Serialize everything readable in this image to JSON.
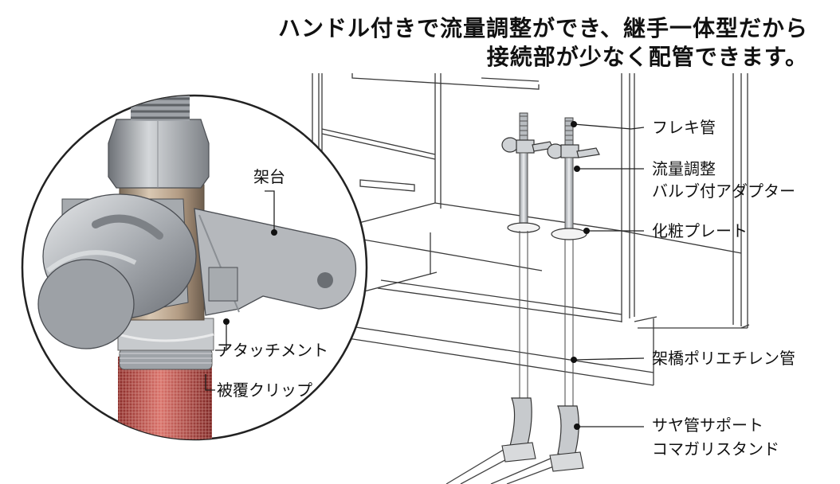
{
  "heading": {
    "line1": "ハンドル付きで流量調整ができ、継手一体型だから",
    "line2": "接続部が少なく配管できます。"
  },
  "labels": {
    "flexible_pipe": "フレキ管",
    "valve_adapter_line1": "流量調整",
    "valve_adapter_line2": "バルブ付アダプター",
    "cosmetic_plate": "化粧プレート",
    "pex_pipe": "架橋ポリエチレン管",
    "sleeve_support_line1": "サヤ管サポート",
    "sleeve_support_line2": "コマガリスタンド",
    "mount": "架台",
    "attachment": "アタッチメント",
    "cover_clip": "被覆クリップ"
  }
}
